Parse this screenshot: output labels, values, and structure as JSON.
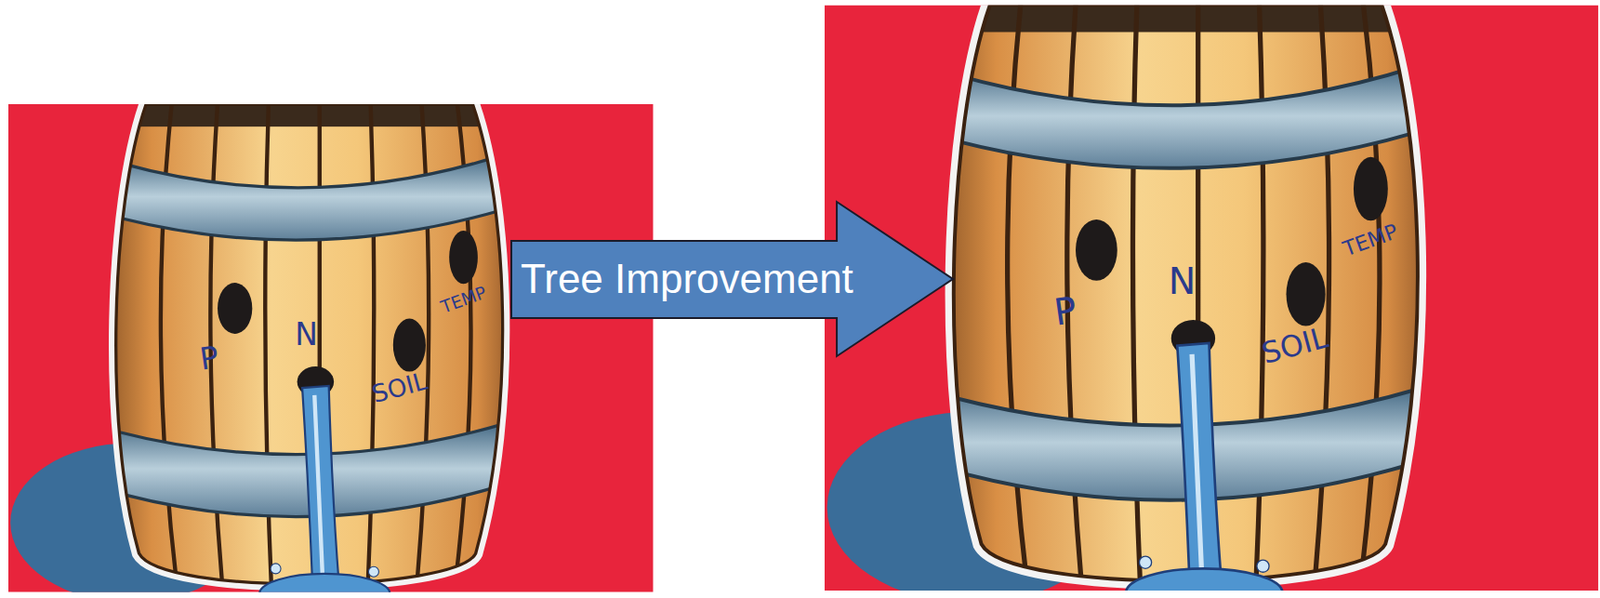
{
  "diagram": {
    "nodes": [
      {
        "text": [
          "Tree Improvement"
        ]
      }
    ],
    "labels": [
      "P",
      "N",
      "SOIL",
      "TEMP",
      "P",
      "N",
      "SOIL",
      "TEMP"
    ]
  }
}
